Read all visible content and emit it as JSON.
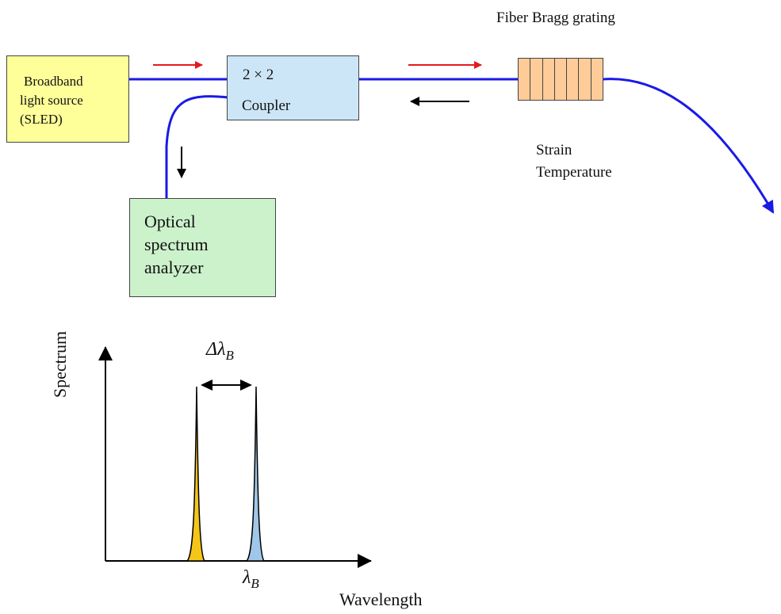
{
  "diagram": {
    "fbg_title": "Fiber Bragg grating",
    "source_line1": "Broadband",
    "source_line2": "light source",
    "source_line3": "(SLED)",
    "coupler_line1": "2 × 2",
    "coupler_line2": "Coupler",
    "osa_line1": "Optical",
    "osa_line2": "spectrum",
    "osa_line3": "analyzer",
    "strain_label": "Strain",
    "temperature_label": "Temperature",
    "spectrum_axis_label": "Spectrum",
    "wavelength_axis_label": "Wavelength",
    "shift_label_main": "Δλ",
    "shift_label_sub": "B",
    "bragg_label_main": "λ",
    "bragg_label_sub": "B"
  },
  "colors": {
    "fiber": "#1a1ae6",
    "forward_arrow": "#e31b1b",
    "backward_arrow": "#000000",
    "source_fill": "#ffff99",
    "coupler_fill": "#cce6f7",
    "osa_fill": "#ccf2cc",
    "fbg_fill": "#ffcc99",
    "peak_original": "#f5c518",
    "peak_shifted": "#9fc7ea"
  }
}
